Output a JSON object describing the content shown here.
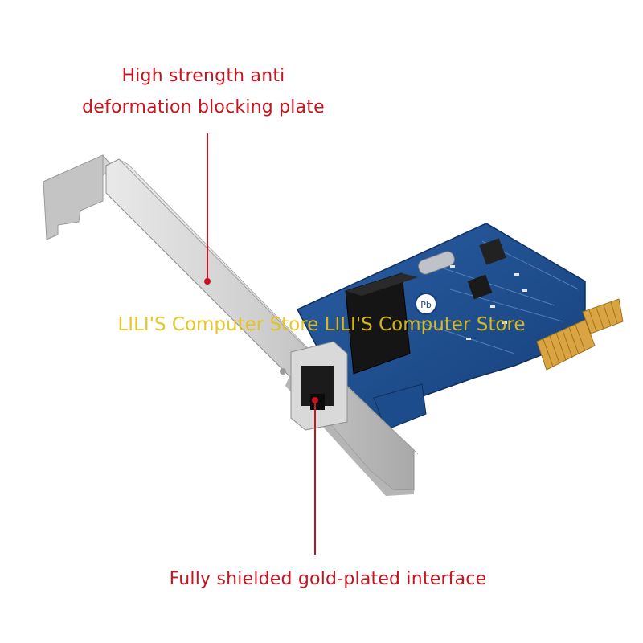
{
  "callouts": {
    "top_line_1": "High strength anti",
    "top_line_2": "deformation blocking plate",
    "bottom": "Fully shielded gold-plated interface"
  },
  "watermark": "LILI'S Computer Store LILI'S Computer Store",
  "colors": {
    "callout_text": "#c8141e",
    "pointer_line": "#c8141e",
    "pcb": "#1f4e8f",
    "bracket": "#c9c9c9",
    "gold_fingers": "#d9a441",
    "watermark": "#e3c21a"
  }
}
